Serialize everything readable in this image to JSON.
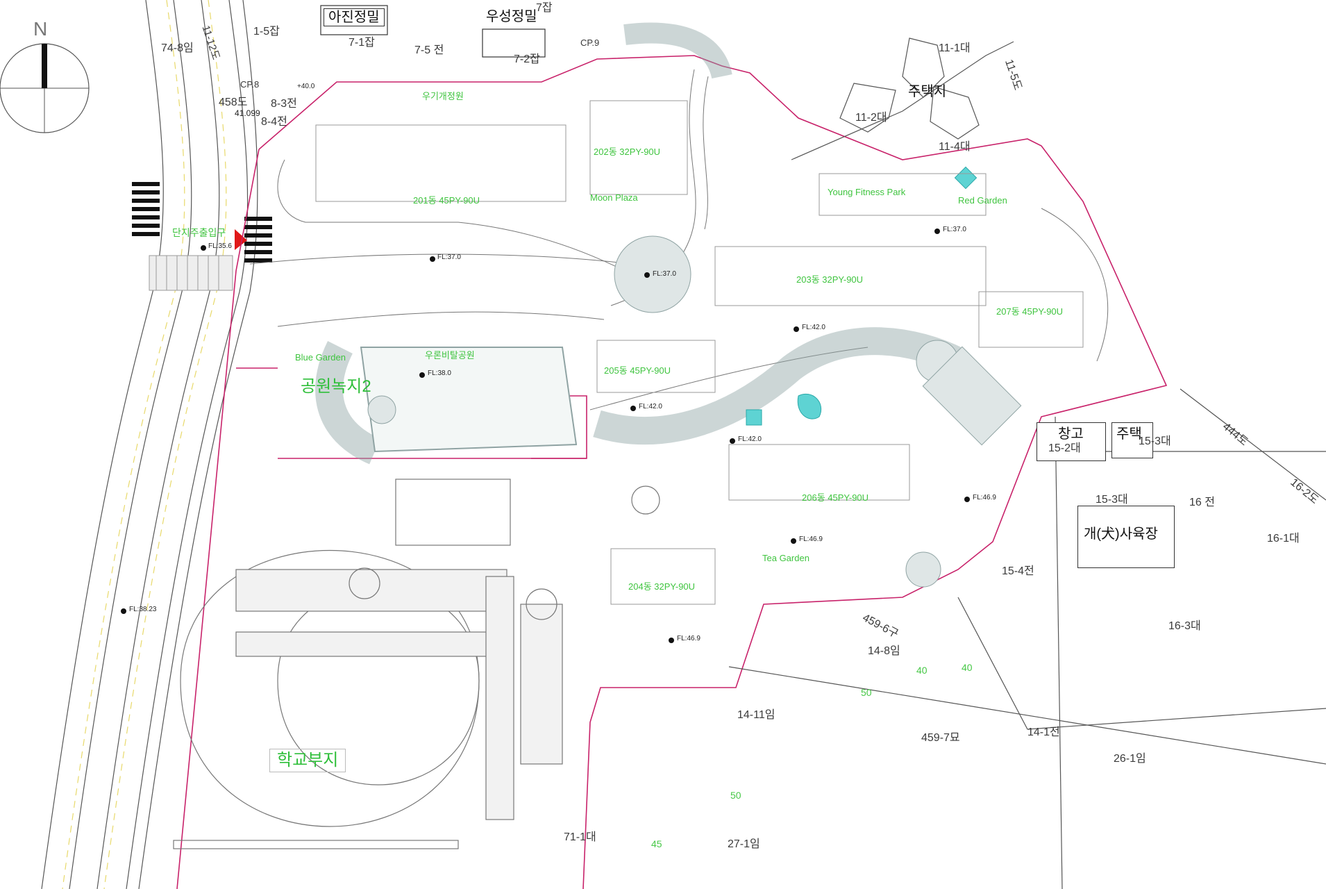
{
  "compass": {
    "letter": "N"
  },
  "buildings": {
    "b201": "201동  45PY-90U",
    "b202": "202동  32PY-90U",
    "b203": "203동  32PY-90U",
    "b204": "204동  32PY-90U",
    "b205": "205동  45PY-90U",
    "b206": "206동  45PY-90U",
    "b207": "207동  45PY-90U"
  },
  "places": {
    "moon_plaza": "Moon Plaza",
    "young_fitness_park": "Young Fitness Park",
    "red_garden": "Red Garden",
    "blue_garden": "Blue Garden",
    "tea_garden": "Tea Garden",
    "entrance": "단지주출입구",
    "park": "공원녹지2",
    "school": "학교부지",
    "residential": "주택지",
    "warehouse": "창고",
    "house": "주택",
    "dog_farm": "개(犬)사육장",
    "ajin": "아진정밀",
    "woosung": "우성정밀",
    "waterfall": "우기개정원",
    "playground": "우론비탈공원"
  },
  "parcels": [
    "74-8임",
    "1-5잡",
    "7-1잡",
    "7-5 전",
    "7-2잡",
    "7잡",
    "CP.9",
    "CP.8",
    "458도",
    "8-3전",
    "8-4전",
    "11-1대",
    "11-2대",
    "11-4대",
    "11-5도",
    "15-2대",
    "15-3대",
    "16 전",
    "16-1대",
    "16-2도",
    "444도",
    "15-4전",
    "16-3대",
    "459-6구",
    "14-8임",
    "14-11임",
    "459-7묘",
    "14-1전",
    "26-1임",
    "27-1임",
    "71-1대",
    "11-12도"
  ],
  "levels": [
    "FL:35.6",
    "FL:37.0",
    "FL:37.0",
    "FL:37.0",
    "FL:42.0",
    "FL:38.0",
    "FL:42.0",
    "FL:42.0",
    "FL:46.9",
    "FL:46.9",
    "FL:46.9",
    "FL:38.23"
  ],
  "elevations": [
    "+40.0",
    "41.099",
    "40",
    "50",
    "40",
    "45",
    "50"
  ],
  "colors": {
    "boundary": "#c8226a",
    "green_text": "#3fc43f",
    "hatch": "#8fa3a3",
    "line": "#555555"
  }
}
